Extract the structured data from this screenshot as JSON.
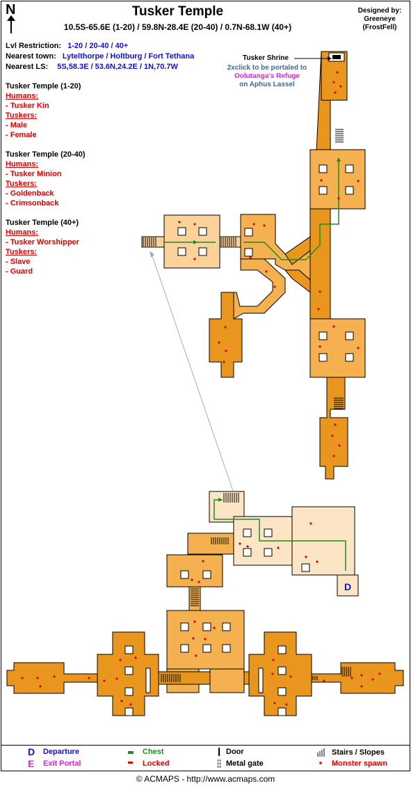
{
  "header": {
    "title": "Tusker Temple",
    "coords": "10.5S-65.6E (1-20) / 59.8N-28.4E (20-40) / 0.7N-68.1W (40+)",
    "designer_line1": "Designed by:",
    "designer_line2": "Greeneye",
    "designer_line3": "(FrostFell)",
    "compass_letter": "N"
  },
  "info": {
    "lvl_label": "Lvl Restriction:",
    "lvl_value": "1-20 / 20-40 / 40+",
    "town_label": "Nearest town:",
    "town_value": "Lytelthorpe / Holtburg / Fort Tethana",
    "ls_label": "Nearest LS:",
    "ls_value": "5S,58.3E / 53.6N,24.2E / 1N,70.7W"
  },
  "monsters": [
    {
      "heading": "Tusker Temple (1-20)",
      "groups": [
        {
          "category": "Humans:",
          "items": [
            "- Tusker Kin"
          ]
        },
        {
          "category": "Tuskers:",
          "items": [
            "- Male",
            "- Female"
          ]
        }
      ]
    },
    {
      "heading": "Tusker Temple (20-40)",
      "groups": [
        {
          "category": "Humans:",
          "items": [
            "- Tusker Minion"
          ]
        },
        {
          "category": "Tuskers:",
          "items": [
            "- Goldenback",
            "- Crimsonback"
          ]
        }
      ]
    },
    {
      "heading": "Tusker Temple (40+)",
      "groups": [
        {
          "category": "Humans:",
          "items": [
            "- Tusker Worshipper"
          ]
        },
        {
          "category": "Tuskers:",
          "items": [
            "- Slave",
            "- Guard"
          ]
        }
      ]
    }
  ],
  "shrine": {
    "label": "Tusker Shrine",
    "note1": "2xclick to be portaled to",
    "note2": "Oolutanga's Refuge",
    "note3": "on Aphus Lassel"
  },
  "map": {
    "departure_marker": "D",
    "colors": {
      "dark_orange": "#e8961e",
      "mid_orange": "#f5b14f",
      "light_orange": "#fad29a",
      "pale": "#fbe5c4",
      "path_green": "#1e8c1e",
      "spawn_red": "#e00000",
      "portal_magenta": "#e020e0",
      "departure_blue": "#1010d0"
    }
  },
  "legend": {
    "departure_letter": "D",
    "departure": "Departure",
    "exit_letter": "E",
    "exit": "Exit Portal",
    "chest": "Chest",
    "locked": "Locked",
    "door": "Door",
    "gate": "Metal gate",
    "stairs": "Stairs / Slopes",
    "spawn": "Monster spawn"
  },
  "footer": {
    "copyright": "© ACMAPS - http://www.acmaps.com"
  }
}
